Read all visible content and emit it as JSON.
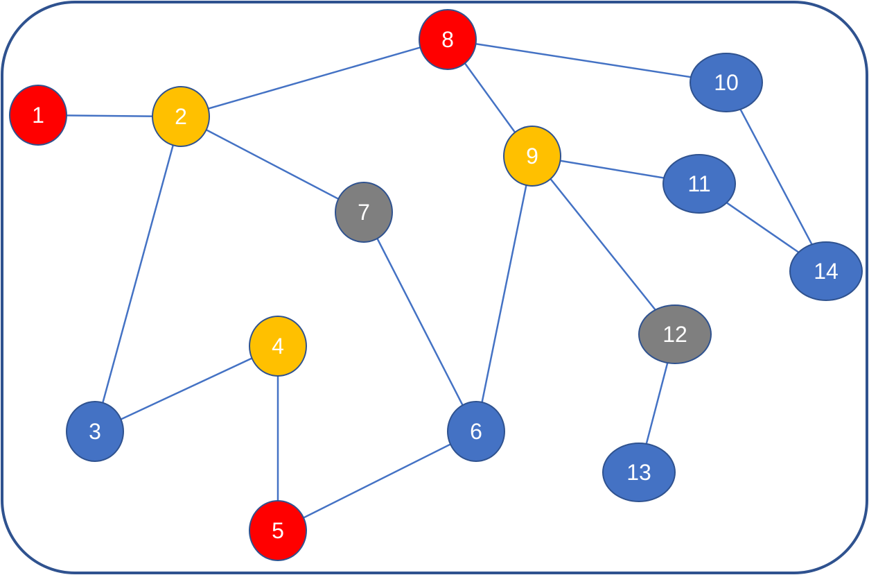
{
  "colors": {
    "frame_stroke": "#2F528F",
    "edge": "#4472C4",
    "node_stroke": "#2F528F",
    "label": "#FFFFFF"
  },
  "node_color_groups": {
    "red": "#FF0000",
    "yellow": "#FFC000",
    "gray": "#7F7F7F",
    "blue": "#4472C4"
  },
  "graph": {
    "nodes": [
      {
        "id": "1",
        "label": "1",
        "color_group": "red"
      },
      {
        "id": "2",
        "label": "2",
        "color_group": "yellow"
      },
      {
        "id": "3",
        "label": "3",
        "color_group": "blue"
      },
      {
        "id": "4",
        "label": "4",
        "color_group": "yellow"
      },
      {
        "id": "5",
        "label": "5",
        "color_group": "red"
      },
      {
        "id": "6",
        "label": "6",
        "color_group": "blue"
      },
      {
        "id": "7",
        "label": "7",
        "color_group": "gray"
      },
      {
        "id": "8",
        "label": "8",
        "color_group": "red"
      },
      {
        "id": "9",
        "label": "9",
        "color_group": "yellow"
      },
      {
        "id": "10",
        "label": "10",
        "color_group": "blue"
      },
      {
        "id": "11",
        "label": "11",
        "color_group": "blue"
      },
      {
        "id": "12",
        "label": "12",
        "color_group": "gray"
      },
      {
        "id": "13",
        "label": "13",
        "color_group": "blue"
      },
      {
        "id": "14",
        "label": "14",
        "color_group": "blue"
      }
    ],
    "edges": [
      {
        "from": "1",
        "to": "2"
      },
      {
        "from": "2",
        "to": "8"
      },
      {
        "from": "2",
        "to": "7"
      },
      {
        "from": "2",
        "to": "3"
      },
      {
        "from": "3",
        "to": "4"
      },
      {
        "from": "4",
        "to": "5"
      },
      {
        "from": "5",
        "to": "6"
      },
      {
        "from": "7",
        "to": "6"
      },
      {
        "from": "6",
        "to": "9"
      },
      {
        "from": "8",
        "to": "9"
      },
      {
        "from": "8",
        "to": "10"
      },
      {
        "from": "9",
        "to": "11"
      },
      {
        "from": "9",
        "to": "12"
      },
      {
        "from": "12",
        "to": "13"
      },
      {
        "from": "11",
        "to": "14"
      },
      {
        "from": "10",
        "to": "14"
      }
    ]
  }
}
